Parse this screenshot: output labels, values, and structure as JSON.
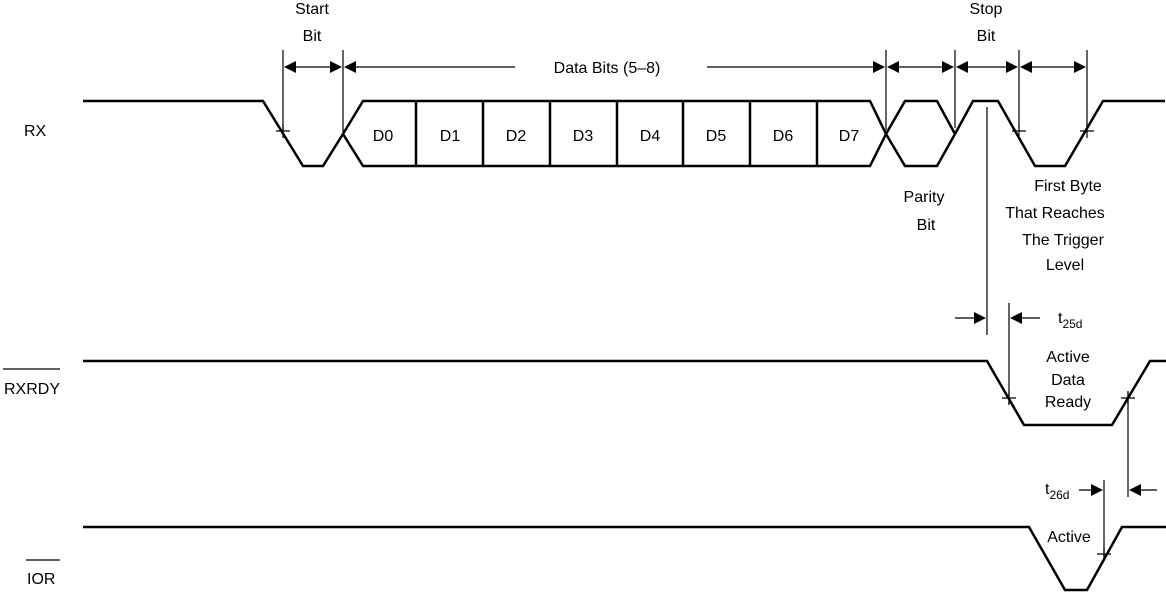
{
  "signals": {
    "rx": "RX",
    "rxrdy": "RXRDY",
    "ior": "IOR"
  },
  "labels": {
    "start_bit_line1": "Start",
    "start_bit_line2": "Bit",
    "data_bits": "Data Bits (5–8)",
    "stop_bit_line1": "Stop",
    "stop_bit_line2": "Bit",
    "parity_line1": "Parity",
    "parity_line2": "Bit",
    "first_byte_line1": "First Byte",
    "first_byte_line2": "That Reaches",
    "first_byte_line3": "The Trigger",
    "first_byte_line4": "Level",
    "active_data_ready_line1": "Active",
    "active_data_ready_line2": "Data",
    "active_data_ready_line3": "Ready",
    "active_ior": "Active"
  },
  "timing": {
    "t25d_main": "t",
    "t25d_sub": "25d",
    "t26d_main": "t",
    "t26d_sub": "26d"
  },
  "data_bits": [
    "D0",
    "D1",
    "D2",
    "D3",
    "D4",
    "D5",
    "D6",
    "D7"
  ]
}
